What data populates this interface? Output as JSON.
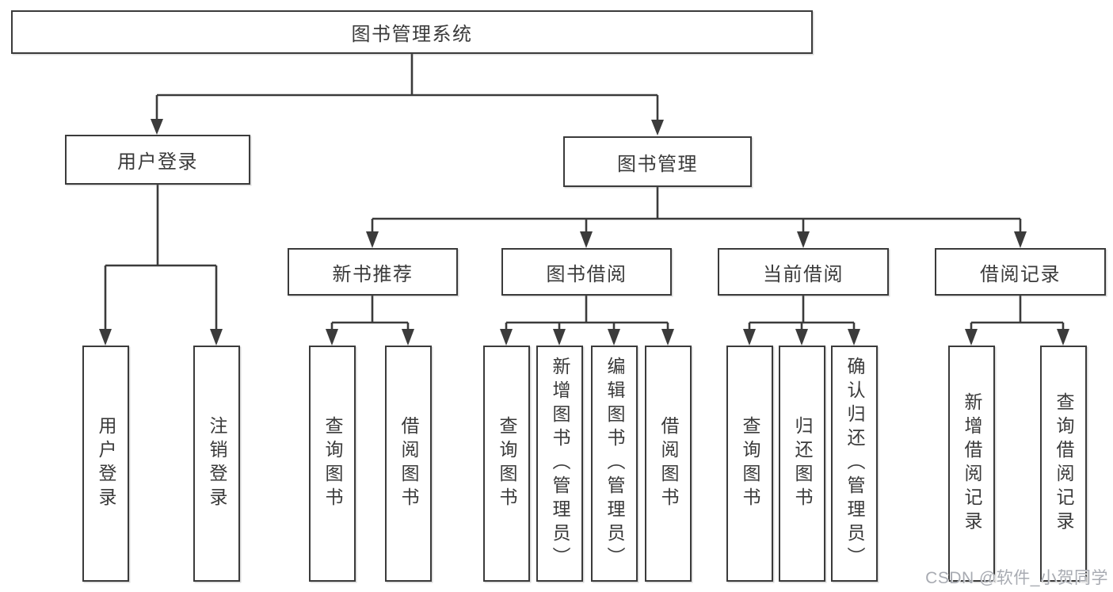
{
  "diagram_type": "hierarchy-tree",
  "root": {
    "label": "图书管理系统"
  },
  "branches": [
    {
      "label": "用户登录",
      "children": [
        {
          "label": "用户登录"
        },
        {
          "label": "注销登录"
        }
      ]
    },
    {
      "label": "图书管理",
      "groups": [
        {
          "label": "新书推荐",
          "children": [
            {
              "label": "查询图书"
            },
            {
              "label": "借阅图书"
            }
          ]
        },
        {
          "label": "图书借阅",
          "children": [
            {
              "label": "查询图书"
            },
            {
              "label": "新增图书（管理员）"
            },
            {
              "label": "编辑图书（管理员）"
            },
            {
              "label": "借阅图书"
            }
          ]
        },
        {
          "label": "当前借阅",
          "children": [
            {
              "label": "查询图书"
            },
            {
              "label": "归还图书"
            },
            {
              "label": "确认归还（管理员）"
            }
          ]
        },
        {
          "label": "借阅记录",
          "children": [
            {
              "label": "新增借阅记录"
            },
            {
              "label": "查询借阅记录"
            }
          ]
        }
      ]
    }
  ],
  "watermark": {
    "text": "CSDN @软件_小贺同学"
  },
  "colors": {
    "line": "#3b3b3b",
    "box_border": "#3b3b3b",
    "box_background": "#ffffff",
    "text": "#3a3a3a",
    "watermark": "#a8abb2",
    "page_background": "#ffffff"
  }
}
